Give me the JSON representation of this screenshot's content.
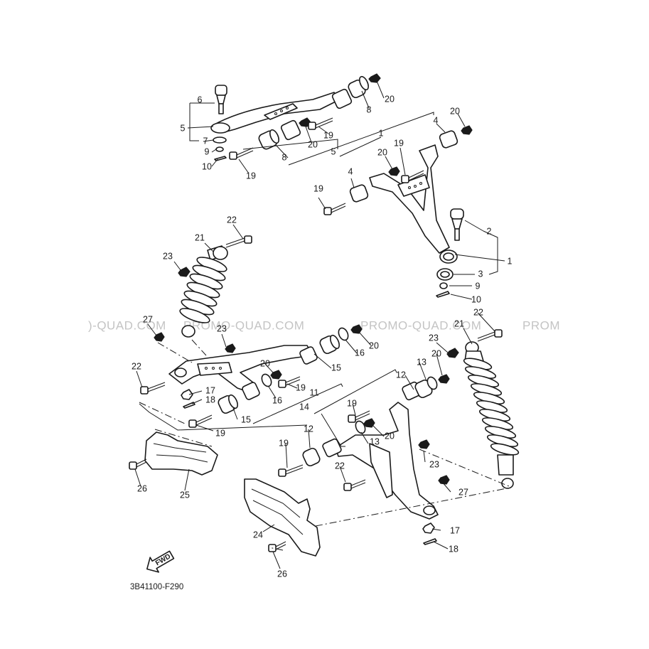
{
  "diagram": {
    "reference_code": "3B41100-F290",
    "fwd_label": "FWD",
    "watermark": {
      "left": ")-QUAD.COM",
      "mid": "PROMO-QUAD.COM",
      "right": "PROMO-QUAD.COM",
      "edge": "PROM"
    },
    "callouts": {
      "c1a": "1",
      "c1b": "1",
      "c2": "2",
      "c3": "3",
      "c4a": "4",
      "c4b": "4",
      "c5a": "5",
      "c5b": "5",
      "c6": "6",
      "c7": "7",
      "c8a": "8",
      "c8b": "8",
      "c9a": "9",
      "c9b": "9",
      "c10a": "10",
      "c10b": "10",
      "c11": "11",
      "c12a": "12",
      "c12b": "12",
      "c13a": "13",
      "c13b": "13",
      "c14": "14",
      "c15a": "15",
      "c15b": "15",
      "c16a": "16",
      "c16b": "16",
      "c17a": "17",
      "c17b": "17",
      "c18a": "18",
      "c18b": "18",
      "c19a": "19",
      "c19b": "19",
      "c19c": "19",
      "c19d": "19",
      "c19e": "19",
      "c19f": "19",
      "c19g": "19",
      "c20a": "20",
      "c20b": "20",
      "c20c": "20",
      "c20d": "20",
      "c20e": "20",
      "c20f": "20",
      "c20g": "20",
      "c20h": "20",
      "c21a": "21",
      "c21b": "21",
      "c22a": "22",
      "c22b": "22",
      "c22c": "22",
      "c22d": "22",
      "c23a": "23",
      "c23b": "23",
      "c23c": "23",
      "c23d": "23",
      "c24": "24",
      "c25": "25",
      "c26a": "26",
      "c26b": "26",
      "c27a": "27",
      "c27b": "27"
    }
  }
}
